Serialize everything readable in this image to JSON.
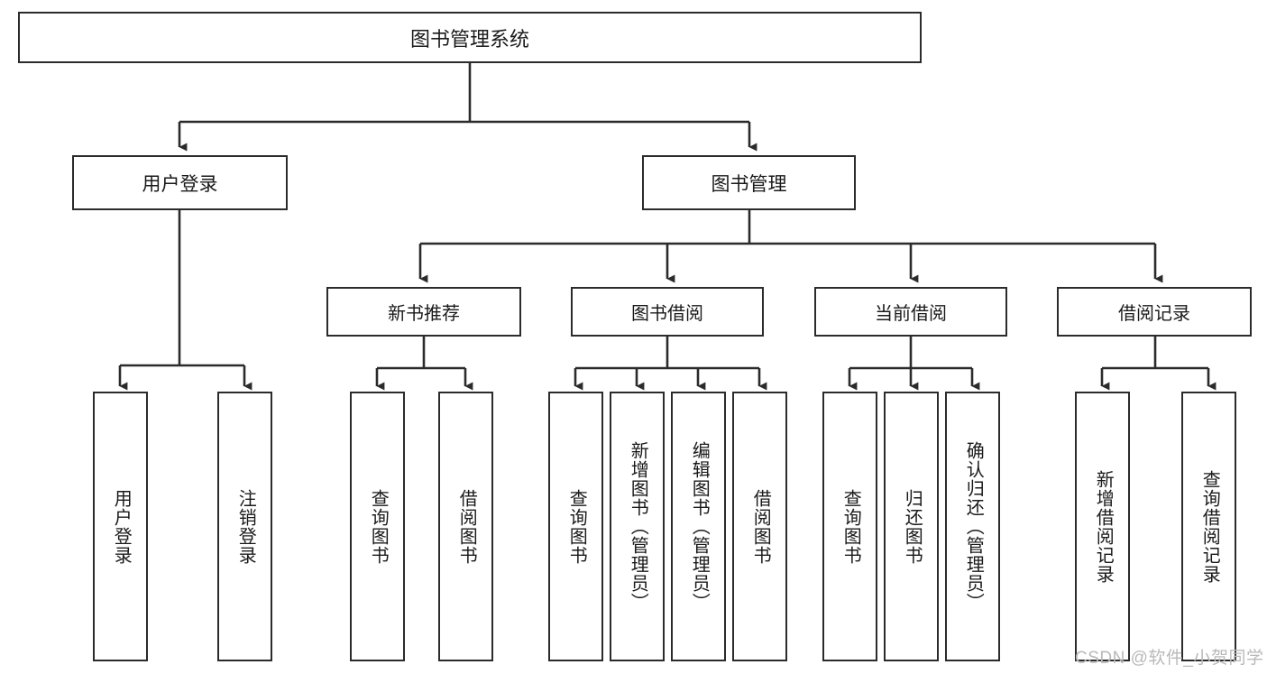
{
  "diagram": {
    "type": "tree-hierarchy-chart",
    "title": "图书管理系统",
    "line_color": "#2b2b2b",
    "box_fill": "#ffffff",
    "text_color": "#1a1a1a",
    "watermark": "CSDN @软件_小贺同学",
    "nodes": {
      "root": {
        "label": "图书管理系统"
      },
      "level2": [
        {
          "id": "user-login",
          "label": "用户登录"
        },
        {
          "id": "book-manage",
          "label": "图书管理"
        }
      ],
      "level3": [
        {
          "id": "new-book-recommend",
          "label": "新书推荐"
        },
        {
          "id": "book-borrow",
          "label": "图书借阅"
        },
        {
          "id": "current-borrow",
          "label": "当前借阅"
        },
        {
          "id": "borrow-record",
          "label": "借阅记录"
        }
      ],
      "leaves": {
        "user-login": [
          {
            "id": "leaf-user-login",
            "label": "用户登录"
          },
          {
            "id": "leaf-logout",
            "label": "注销登录"
          }
        ],
        "new-book-recommend": [
          {
            "id": "leaf-query-book-1",
            "label": "查询图书"
          },
          {
            "id": "leaf-borrow-book-1",
            "label": "借阅图书"
          }
        ],
        "book-borrow": [
          {
            "id": "leaf-query-book-2",
            "label": "查询图书"
          },
          {
            "id": "leaf-add-book",
            "label": "新增图书（管理员）"
          },
          {
            "id": "leaf-edit-book",
            "label": "编辑图书（管理员）"
          },
          {
            "id": "leaf-borrow-book-2",
            "label": "借阅图书"
          }
        ],
        "current-borrow": [
          {
            "id": "leaf-query-book-3",
            "label": "查询图书"
          },
          {
            "id": "leaf-return-book",
            "label": "归还图书"
          },
          {
            "id": "leaf-confirm-return",
            "label": "确认归还（管理员）"
          }
        ],
        "borrow-record": [
          {
            "id": "leaf-add-record",
            "label": "新增借阅记录"
          },
          {
            "id": "leaf-query-record",
            "label": "查询借阅记录"
          }
        ]
      }
    }
  }
}
